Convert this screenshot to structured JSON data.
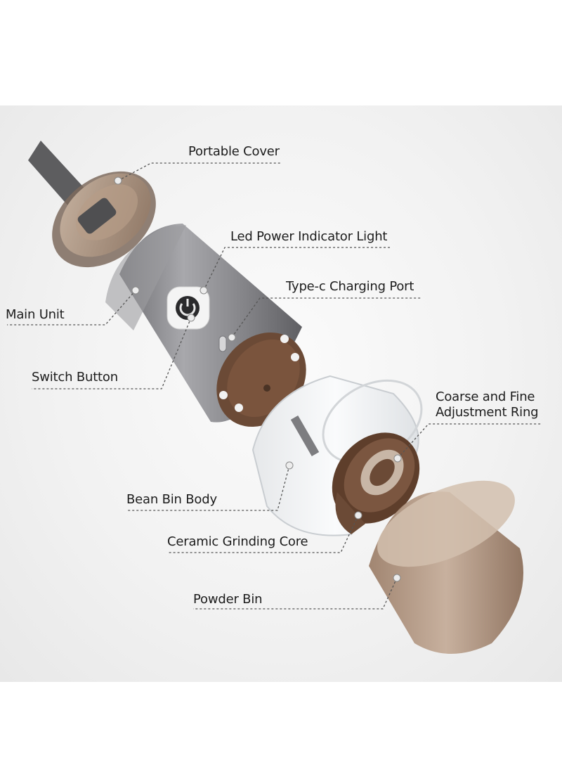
{
  "labels": {
    "portable_cover": "Portable Cover",
    "led_indicator": "Led Power Indicator Light",
    "type_c_port": "Type-c Charging Port",
    "main_unit": "Main Unit",
    "switch_button": "Switch Button",
    "adjust_ring_line1": "Coarse and Fine",
    "adjust_ring_line2": "Adjustment Ring",
    "bean_bin_body": "Bean Bin Body",
    "ceramic_core": "Ceramic Grinding Core",
    "powder_bin": "Powder Bin"
  },
  "colors": {
    "background": "#f3f3f3",
    "metal": "#8a8a8e",
    "brown": "#6a4630",
    "translucent_brown": "#a98a72",
    "leader_line": "#555555"
  },
  "icons": [
    "power-icon",
    "usb-c-port-icon"
  ]
}
